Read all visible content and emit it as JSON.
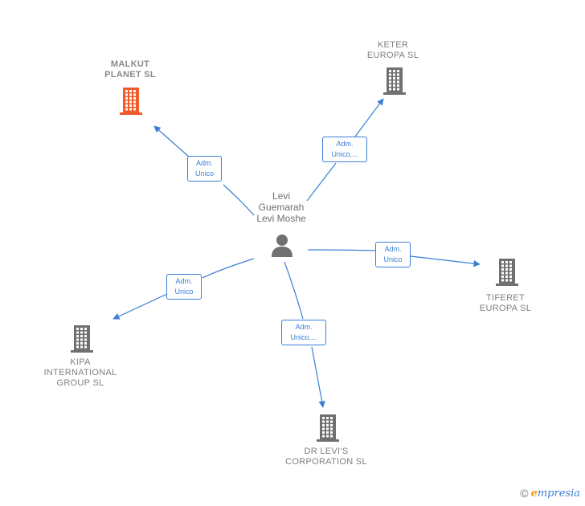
{
  "colors": {
    "edge": "#3a7fd5",
    "building": "#707070",
    "building_highlight": "#f05a28",
    "person": "#707070"
  },
  "center": {
    "name_lines": [
      "Levi",
      "Guemarah",
      "Levi Moshe"
    ],
    "icon": "person-icon"
  },
  "companies": [
    {
      "id": "malkut",
      "lines": [
        "MALKUT",
        "PLANET  SL"
      ],
      "highlight": true,
      "icon": "building-icon"
    },
    {
      "id": "keter",
      "lines": [
        "KETER",
        "EUROPA  SL"
      ],
      "highlight": false,
      "icon": "building-icon"
    },
    {
      "id": "tiferet",
      "lines": [
        "TIFERET",
        "EUROPA  SL"
      ],
      "highlight": false,
      "icon": "building-icon"
    },
    {
      "id": "kipa",
      "lines": [
        "KIPA",
        "INTERNATIONAL",
        "GROUP SL"
      ],
      "highlight": false,
      "icon": "building-icon"
    },
    {
      "id": "drlevis",
      "lines": [
        "DR LEVI'S",
        "CORPORATION SL"
      ],
      "highlight": false,
      "icon": "building-icon"
    }
  ],
  "edges": [
    {
      "to": "malkut",
      "label": [
        "Adm.",
        "Unico"
      ]
    },
    {
      "to": "keter",
      "label": [
        "Adm.",
        "Unico,..."
      ]
    },
    {
      "to": "tiferet",
      "label": [
        "Adm.",
        "Unico"
      ]
    },
    {
      "to": "kipa",
      "label": [
        "Adm.",
        "Unico"
      ]
    },
    {
      "to": "drlevis",
      "label": [
        "Adm.",
        "Unico,..."
      ]
    }
  ],
  "footer": {
    "copyright": "©",
    "brand_initial": "e",
    "brand_rest": "mpresia"
  }
}
